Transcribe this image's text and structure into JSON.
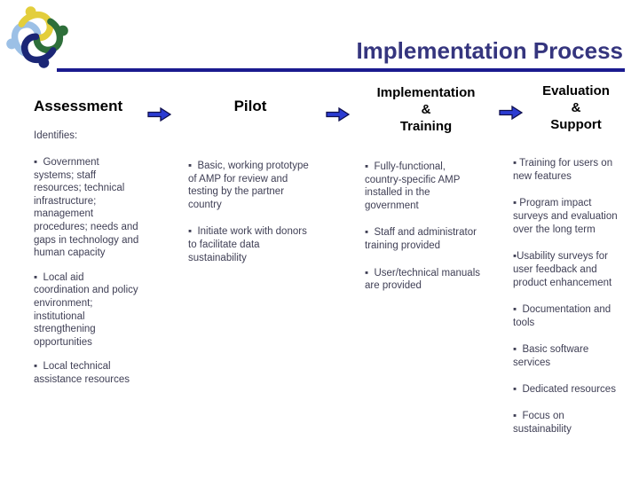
{
  "slide": {
    "title": "Implementation Process"
  },
  "logo": {
    "icon": "swirl-people-logo",
    "colors": [
      "#E3CE3C",
      "#2E6F3A",
      "#1B2676",
      "#9CC0E6"
    ]
  },
  "flow": {
    "arrow_icon": "right-block-arrow",
    "arrow_count": 3
  },
  "columns": [
    {
      "id": "assessment",
      "header": "Assessment",
      "subheader": "Identifies:",
      "bullets": [
        "▪  Government\nsystems; staff\nresources; technical\ninfrastructure;\nmanagement\nprocedures; needs and\ngaps in technology and\nhuman capacity",
        "▪  Local aid\ncoordination and policy\nenvironment;\ninstitutional\nstrengthening\nopportunities",
        "▪  Local technical\nassistance resources"
      ]
    },
    {
      "id": "pilot",
      "header": "Pilot",
      "bullets": [
        "▪  Basic, working prototype\nof AMP for review and\ntesting by the partner\ncountry",
        "▪  Initiate work with donors\nto facilitate data\nsustainability"
      ]
    },
    {
      "id": "implementation-training",
      "header": "Implementation\n&\nTraining",
      "bullets": [
        "▪  Fully-functional,\ncountry-specific AMP\ninstalled in the\ngovernment",
        "▪  Staff and administrator\ntraining provided",
        "▪  User/technical manuals\nare provided"
      ]
    },
    {
      "id": "evaluation-support",
      "header": "Evaluation\n&\nSupport",
      "bullets": [
        "▪ Training for users on\nnew features",
        "▪ Program impact\nsurveys and evaluation\nover the long term",
        "▪Usability surveys for\nuser feedback and\nproduct enhancement",
        "▪  Documentation and\ntools",
        "▪  Basic software\nservices",
        "▪  Dedicated resources",
        "▪  Focus on\nsustainability"
      ]
    }
  ],
  "colors": {
    "background": "#FFFFFF",
    "title_text": "#35357E",
    "title_rule": "#1A1A8F",
    "header_text": "#000000",
    "body_text": "#3F3F55",
    "arrow_fill": "#2B3BD2",
    "arrow_stroke": "#10104E"
  }
}
